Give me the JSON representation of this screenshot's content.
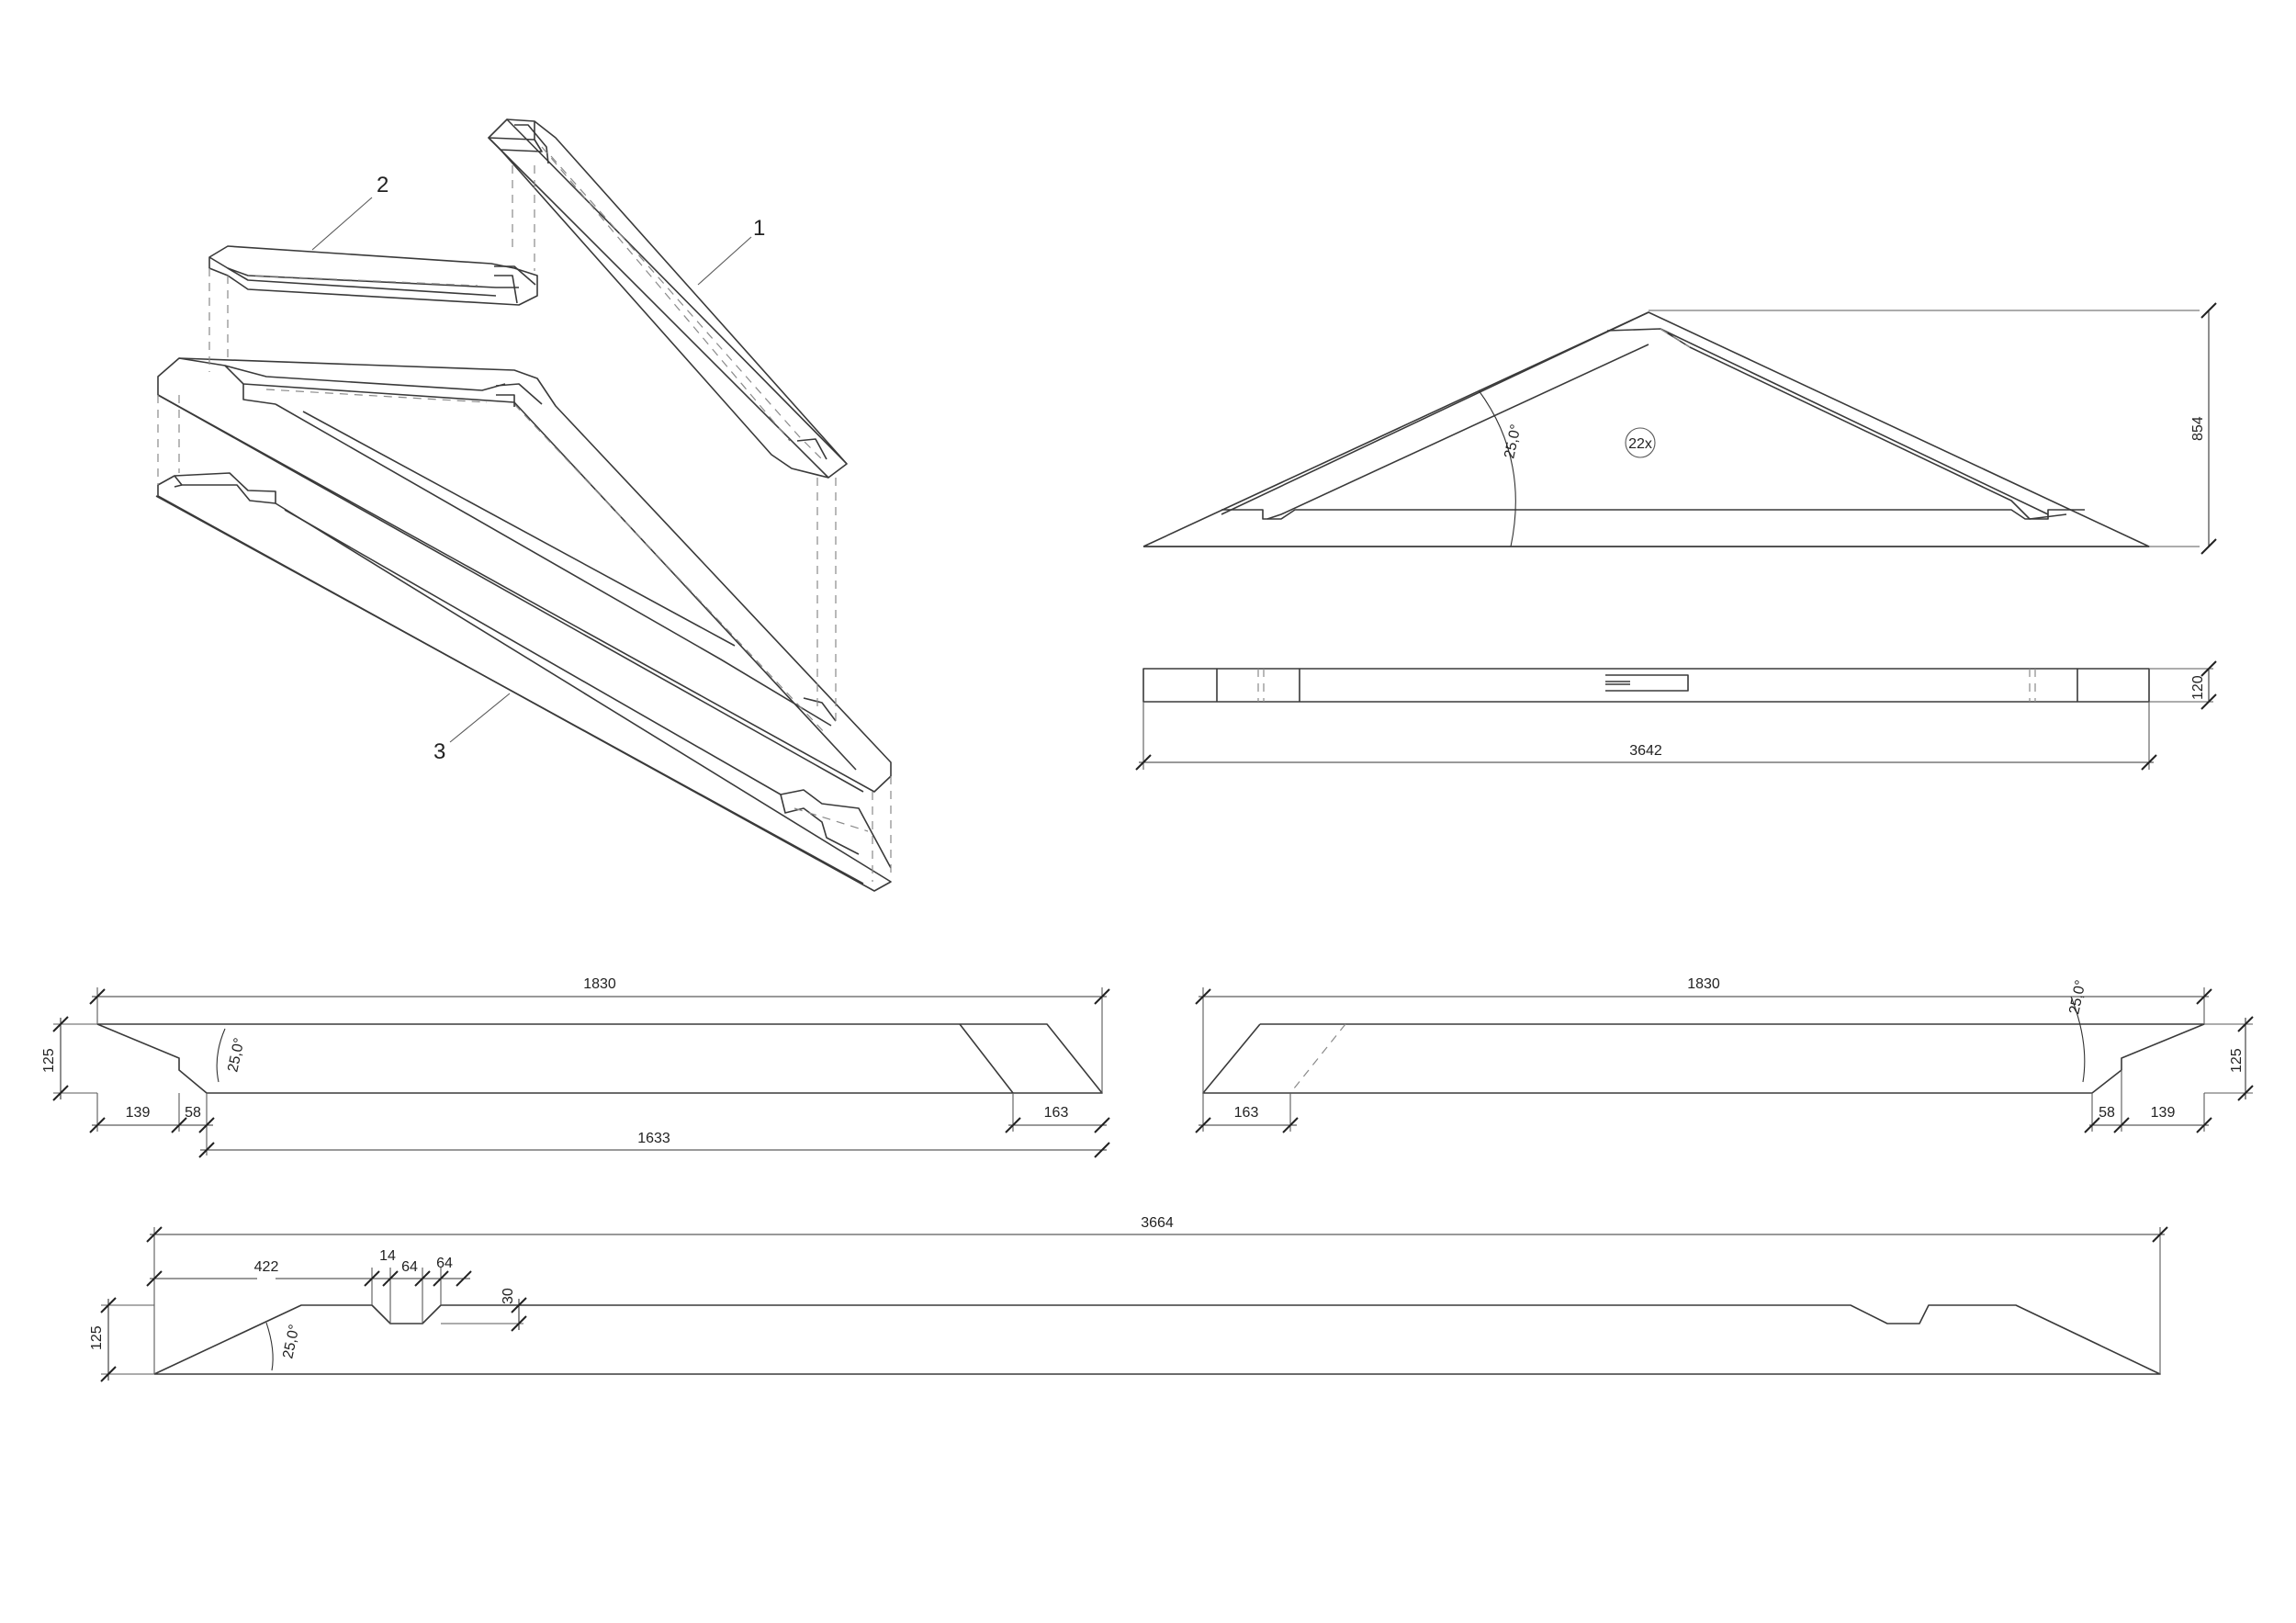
{
  "callouts": {
    "part1": "1",
    "part2": "2",
    "part3": "3"
  },
  "truss_view": {
    "count_label": "22x",
    "angle": "25,0°",
    "height": "854",
    "thickness": "120",
    "length": "3642"
  },
  "rafter_left": {
    "length": "1830",
    "height": "125",
    "angle": "25,0°",
    "seat_offset": "139",
    "seat_width": "58",
    "body_length": "1633",
    "end_cut": "163"
  },
  "rafter_right": {
    "length": "1830",
    "height": "125",
    "angle": "25,0°",
    "seat_offset": "139",
    "seat_width": "58",
    "end_cut": "163"
  },
  "tie_beam": {
    "length": "3664",
    "height": "125",
    "angle": "25,0°",
    "first_notch_offset": "422",
    "notch_a": "14",
    "notch_b": "64",
    "notch_c": "64",
    "notch_depth": "30"
  }
}
